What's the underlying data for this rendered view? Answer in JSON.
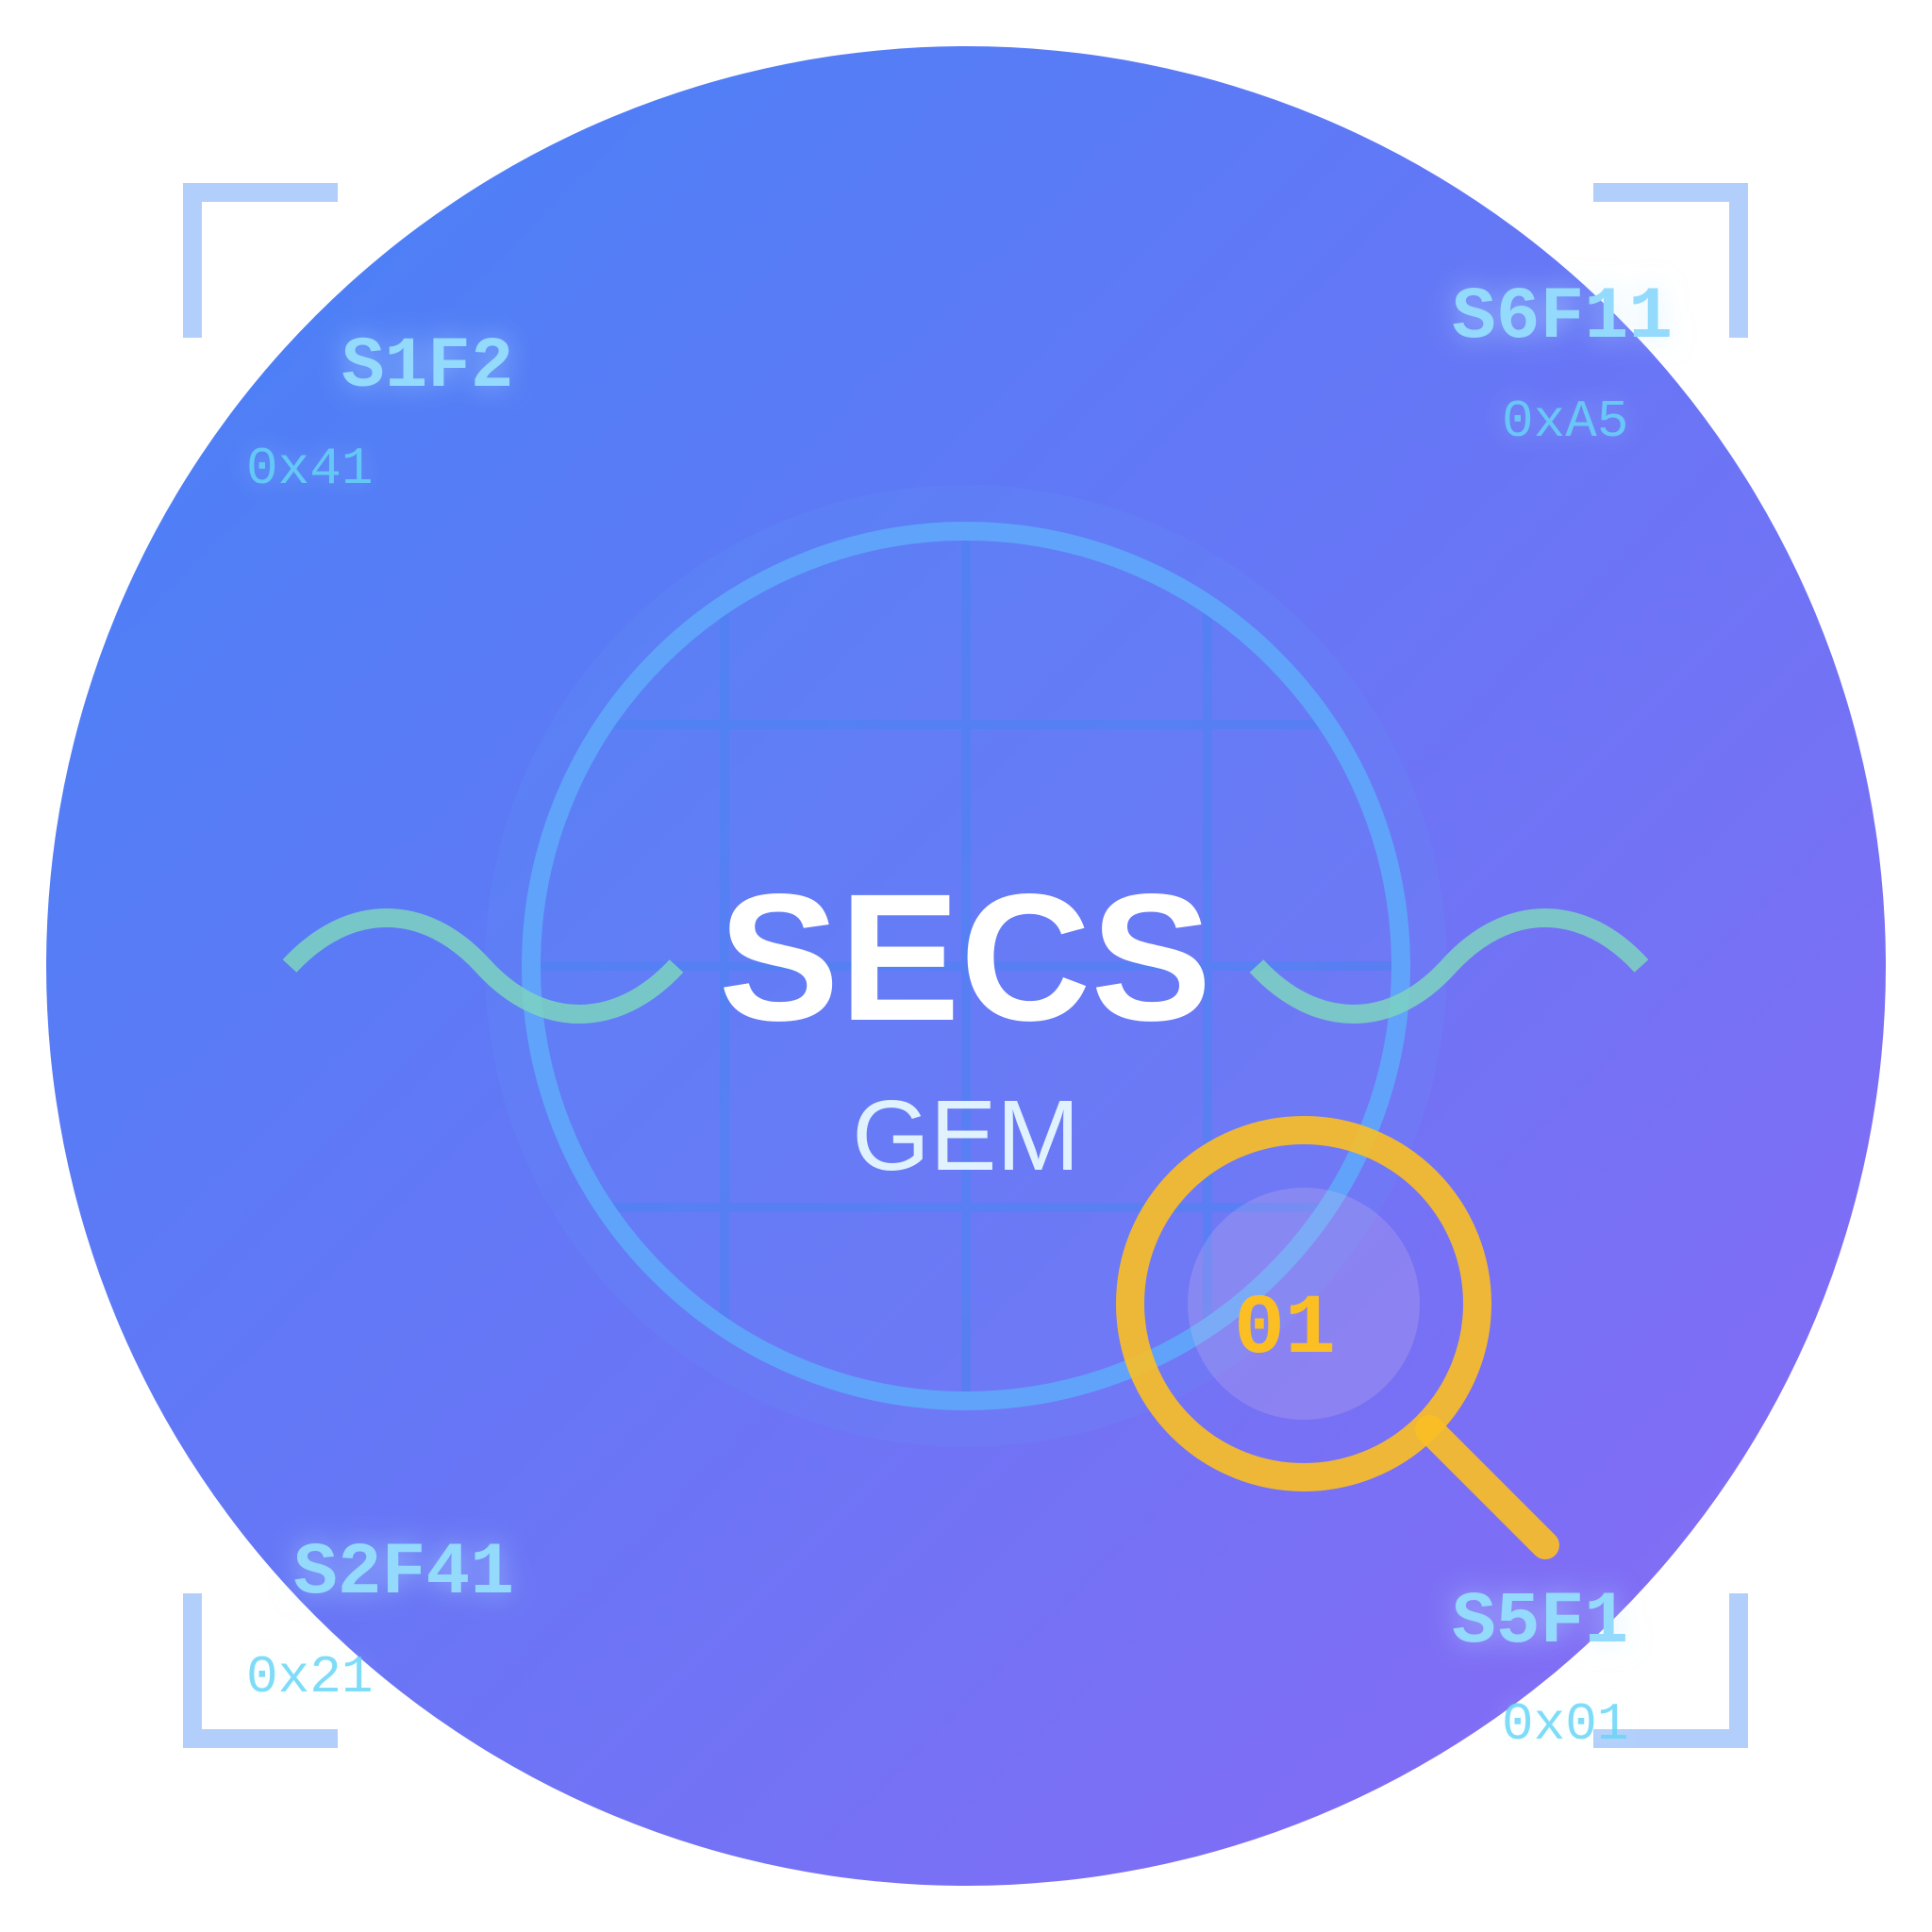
{
  "logo": {
    "title": "SECS",
    "subtitle": "GEM",
    "lens_text": "01"
  },
  "messages": [
    {
      "id": "top-left",
      "code": "S1F2",
      "hex": "0x41"
    },
    {
      "id": "top-right",
      "code": "S6F11",
      "hex": "0xA5"
    },
    {
      "id": "bottom-left",
      "code": "S2F41",
      "hex": "0x21"
    },
    {
      "id": "bottom-right",
      "code": "S5F1",
      "hex": "0x01"
    }
  ],
  "colors": {
    "gradient_start": "#3b7cf6",
    "gradient_end": "#8263f4",
    "ring": "#60a5fa",
    "grid": "#4a84f2",
    "wave": "#7dd3c0",
    "bracket": "#b2cffb",
    "magnifier": "#fbbf24",
    "title": "#ffffff",
    "subtitle": "#e0f2fe",
    "code_label": "#93dafc",
    "hex_label": "#67d6f7"
  },
  "icons": {
    "magnifier": "magnifier-icon",
    "wave": "signal-wave-icon",
    "bracket": "corner-bracket-icon"
  }
}
